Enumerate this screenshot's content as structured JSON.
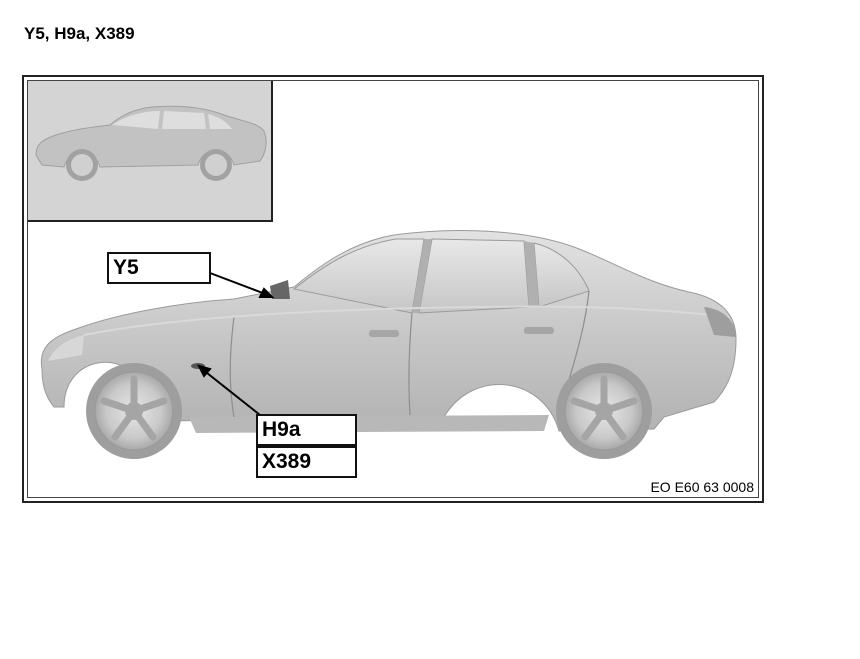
{
  "document": {
    "title": "Y5, H9a, X389"
  },
  "figure": {
    "callouts": {
      "y5": "Y5",
      "h9a": "H9a",
      "x389": "X389"
    },
    "code": "EO E60 63 0008"
  },
  "colors": {
    "car_body": "#c4c4c4",
    "inset_background": "#d4d4d4",
    "frame": "#222222"
  }
}
